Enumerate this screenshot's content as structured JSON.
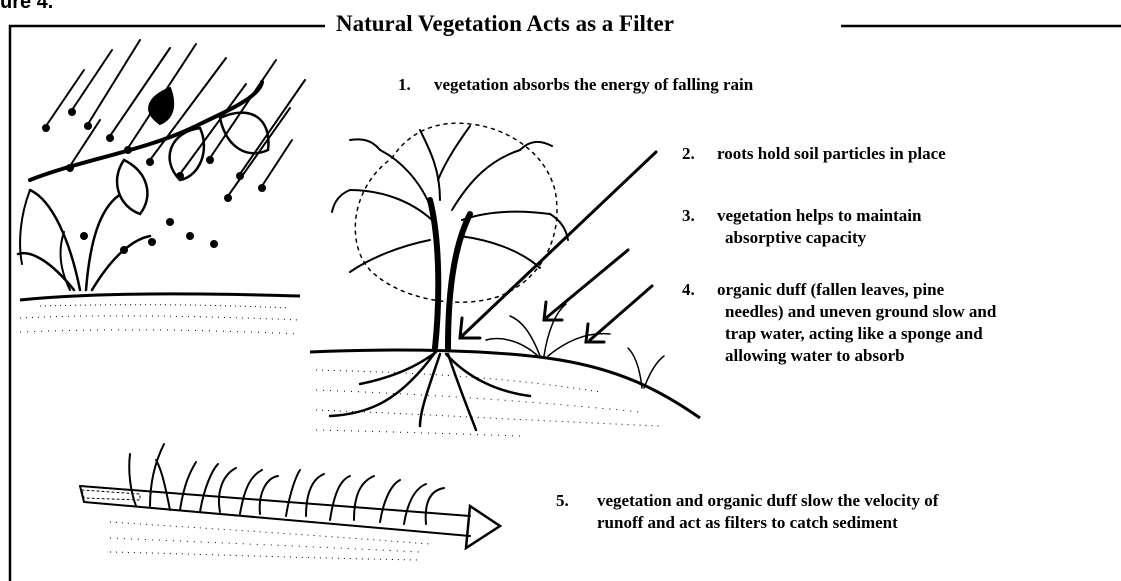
{
  "figure": {
    "figure_label_fragment": "ure 4.",
    "title": "Natural Vegetation Acts as a Filter"
  },
  "steps": [
    {
      "number": "1.",
      "lines": [
        "vegetation absorbs the energy of falling rain"
      ]
    },
    {
      "number": "2.",
      "lines": [
        "roots hold soil particles in place"
      ]
    },
    {
      "number": "3.",
      "lines": [
        "vegetation helps to maintain",
        "absorptive capacity"
      ]
    },
    {
      "number": "4.",
      "lines": [
        "organic duff (fallen leaves, pine",
        "needles) and uneven ground slow and",
        "trap water, acting like a sponge and",
        "allowing water to absorb"
      ]
    },
    {
      "number": "5.",
      "lines": [
        "vegetation and organic duff slow the velocity of",
        "runoff and act as filters to catch sediment"
      ]
    }
  ],
  "illustrations": {
    "rain_scene": "rain-on-plants-drawing",
    "tree_scene": "tree-with-roots-drawing",
    "runoff_scene": "runoff-through-grass-drawing"
  }
}
